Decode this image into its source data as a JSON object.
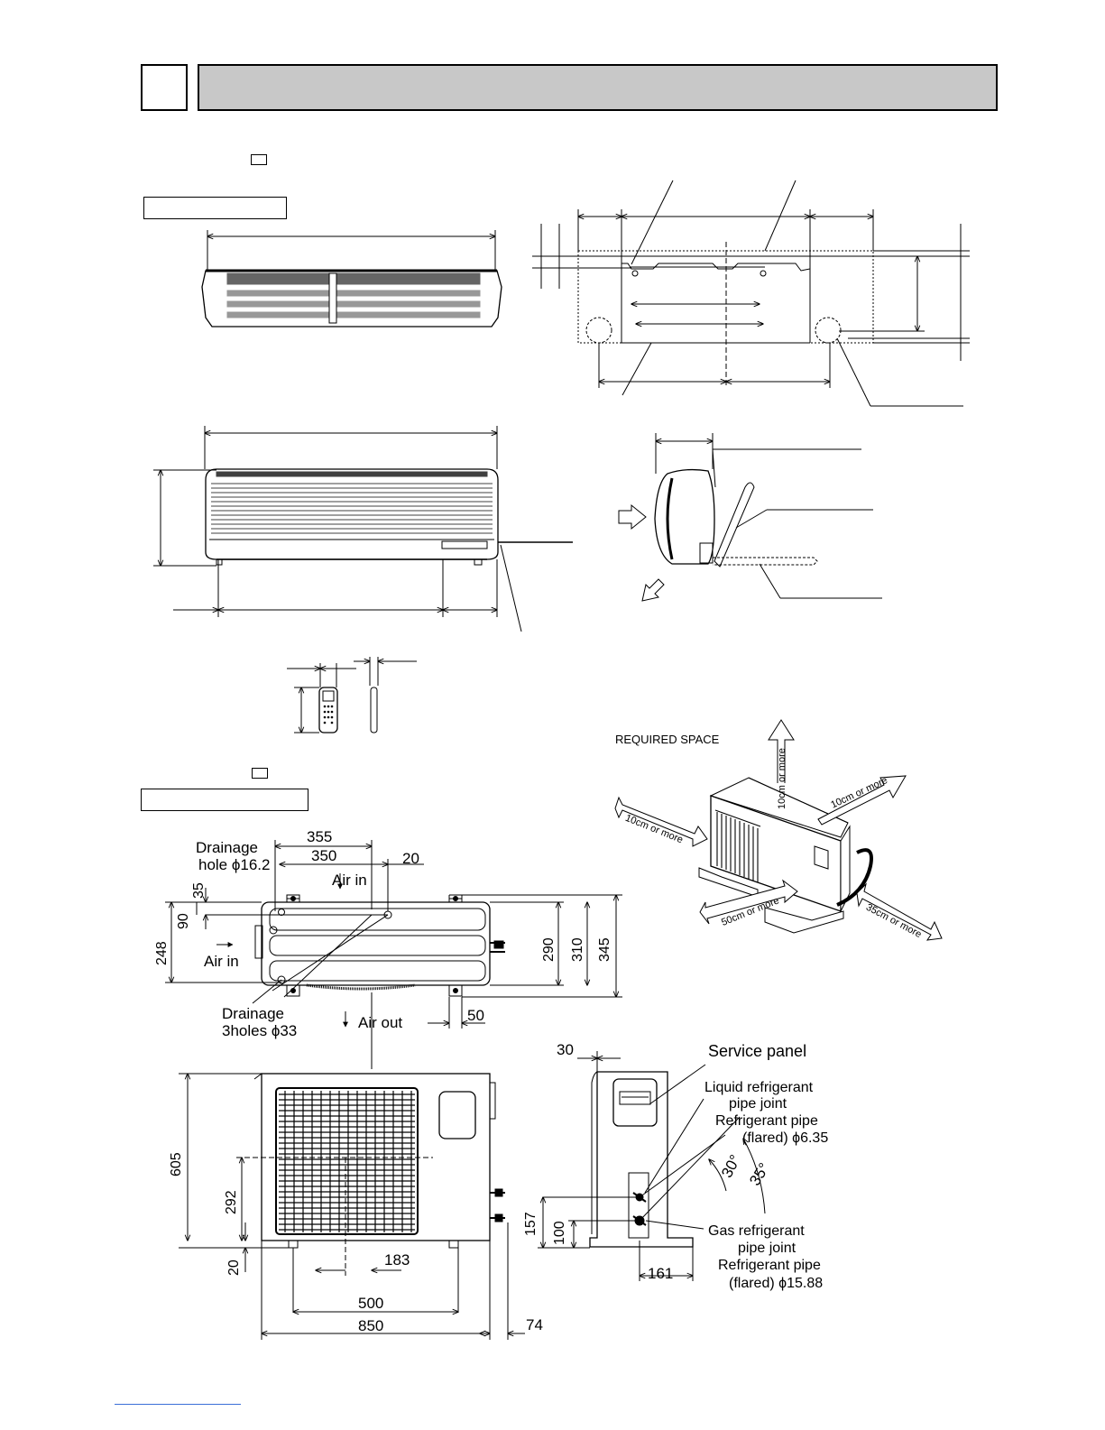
{
  "drainage_hole": {
    "line1": "Drainage",
    "line2": "hole ϕ16.2"
  },
  "drainage_3holes": {
    "line1": "Drainage",
    "line2": "3holes ϕ33"
  },
  "air": {
    "in_top": "Air in",
    "in_left": "Air in",
    "out": "Air out"
  },
  "required_space": {
    "title": "REQUIRED SPACE",
    "top": "10cm or more",
    "left": "10cm or more",
    "right_back": "10cm or more",
    "front": "50cm or more",
    "right": "35cm or more"
  },
  "dims": {
    "d355": "355",
    "d350": "350",
    "d20_top": "20",
    "d35": "35",
    "d90": "90",
    "d248": "248",
    "d290": "290",
    "d310": "310",
    "d345": "345",
    "d50": "50",
    "d605": "605",
    "d292": "292",
    "d20_bottom": "20",
    "d183": "183",
    "d500": "500",
    "d850": "850",
    "d74": "74",
    "d30": "30",
    "d157": "157",
    "d100": "100",
    "d161": "161",
    "a30": "30°",
    "a35": "35°"
  },
  "service_panel": "Service panel",
  "liquid": {
    "line1": "Liquid refrigerant",
    "line2": "pipe joint",
    "line3": "Refrigerant pipe",
    "line4": "(flared)  ϕ6.35"
  },
  "gas": {
    "line1": "Gas refrigerant",
    "line2": "pipe joint",
    "line3": "Refrigerant pipe",
    "line4": "(flared)  ϕ15.88"
  },
  "colors": {
    "header_fill": "#c8c8c8",
    "footer_link": "#3b6fd8"
  }
}
